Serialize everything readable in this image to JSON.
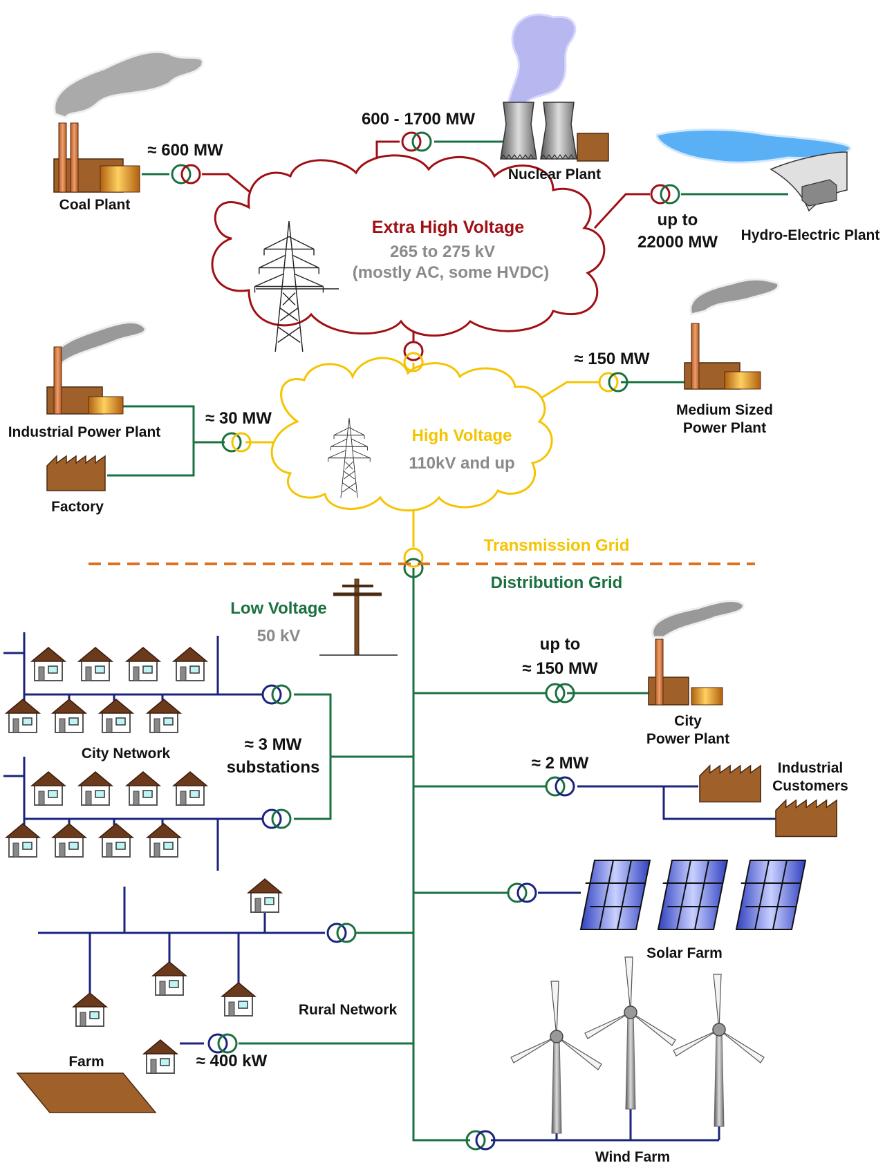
{
  "colors": {
    "ehv": "#a00f14",
    "hv": "#f5c400",
    "lv": "#1a7040",
    "dist": "#1a237e",
    "grey_text": "#8a8a8a",
    "divider": "#e07020",
    "building": "#a0602a",
    "roof": "#6b3a1c"
  },
  "clouds": {
    "ehv_title": "Extra High Voltage",
    "ehv_range": "265 to 275 kV",
    "ehv_note": "(mostly AC, some HVDC)",
    "hv_title": "High Voltage",
    "hv_range": "110kV and up"
  },
  "grid": {
    "transmission": "Transmission Grid",
    "distribution": "Distribution Grid",
    "lv_title": "Low Voltage",
    "lv_range": "50 kV"
  },
  "plants": {
    "coal": {
      "label": "Coal Plant",
      "power": "≈ 600  MW"
    },
    "nuclear": {
      "label": "Nuclear Plant",
      "power": "600 - 1700  MW"
    },
    "hydro": {
      "label": "Hydro-Electric Plant",
      "power_line1": "up to",
      "power_line2": "22000  MW"
    },
    "medium": {
      "label_line1": "Medium Sized",
      "label_line2": "Power Plant",
      "power": "≈ 150  MW"
    },
    "industrial": {
      "label": "Industrial Power Plant",
      "power": "≈ 30 MW"
    },
    "factory": {
      "label": "Factory"
    },
    "city_plant": {
      "label_line1": "City",
      "label_line2": "Power Plant",
      "power_line1": "up to",
      "power_line2": "≈ 150  MW"
    }
  },
  "consumers": {
    "city_network": "City Network",
    "substations_line1": "≈ 3  MW",
    "substations_line2": "substations",
    "industrial_customers_line1": "Industrial",
    "industrial_customers_line2": "Customers",
    "industrial_power": "≈ 2  MW",
    "solar": "Solar Farm",
    "rural": "Rural Network",
    "farm": "Farm",
    "farm_power": "≈ 400 kW",
    "wind": "Wind Farm"
  }
}
